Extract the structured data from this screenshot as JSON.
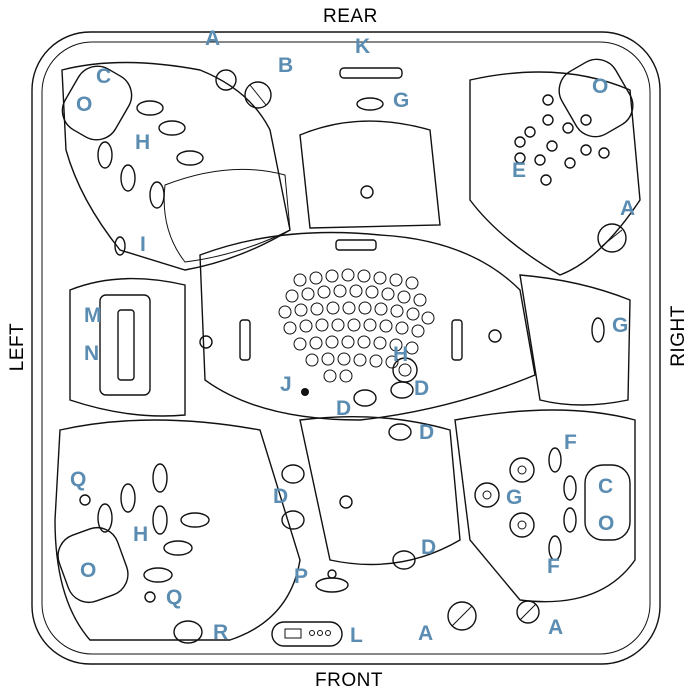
{
  "sides": {
    "rear": "REAR",
    "front": "FRONT",
    "left": "LEFT",
    "right": "RIGHT"
  },
  "callouts": {
    "a": "A",
    "b": "B",
    "c": "C",
    "d": "D",
    "e": "E",
    "f": "F",
    "g": "G",
    "h": "H",
    "i": "I",
    "j": "J",
    "k": "K",
    "l": "L",
    "m": "M",
    "n": "N",
    "o": "O",
    "p": "P",
    "q": "Q",
    "r": "R"
  },
  "accent_color": "#5b8db3",
  "line_color": "#111111"
}
